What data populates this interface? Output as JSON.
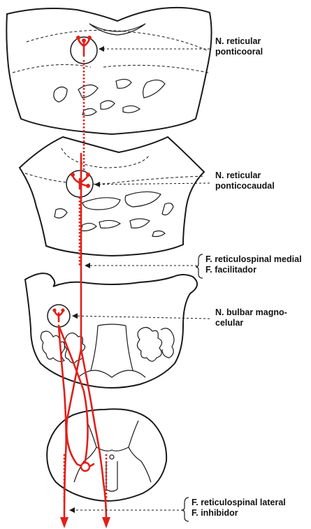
{
  "labels": {
    "pontine_oral": {
      "line1": "N. reticular",
      "line2": "ponticooral"
    },
    "pontine_caudal": {
      "line1": "N. reticular",
      "line2": "ponticocaudal"
    },
    "medial_tract": {
      "line1": "F. reticulospinal medial",
      "line2": "F. facilitador"
    },
    "bulbar": {
      "line1": "N. bulbar magno-",
      "line2": "celular"
    },
    "lateral_tract": {
      "line1": "F. reticulospinal lateral",
      "line2": "F. inhibidor"
    }
  },
  "colors": {
    "pathway": "#e0201a",
    "outline": "#1a1a1a"
  }
}
